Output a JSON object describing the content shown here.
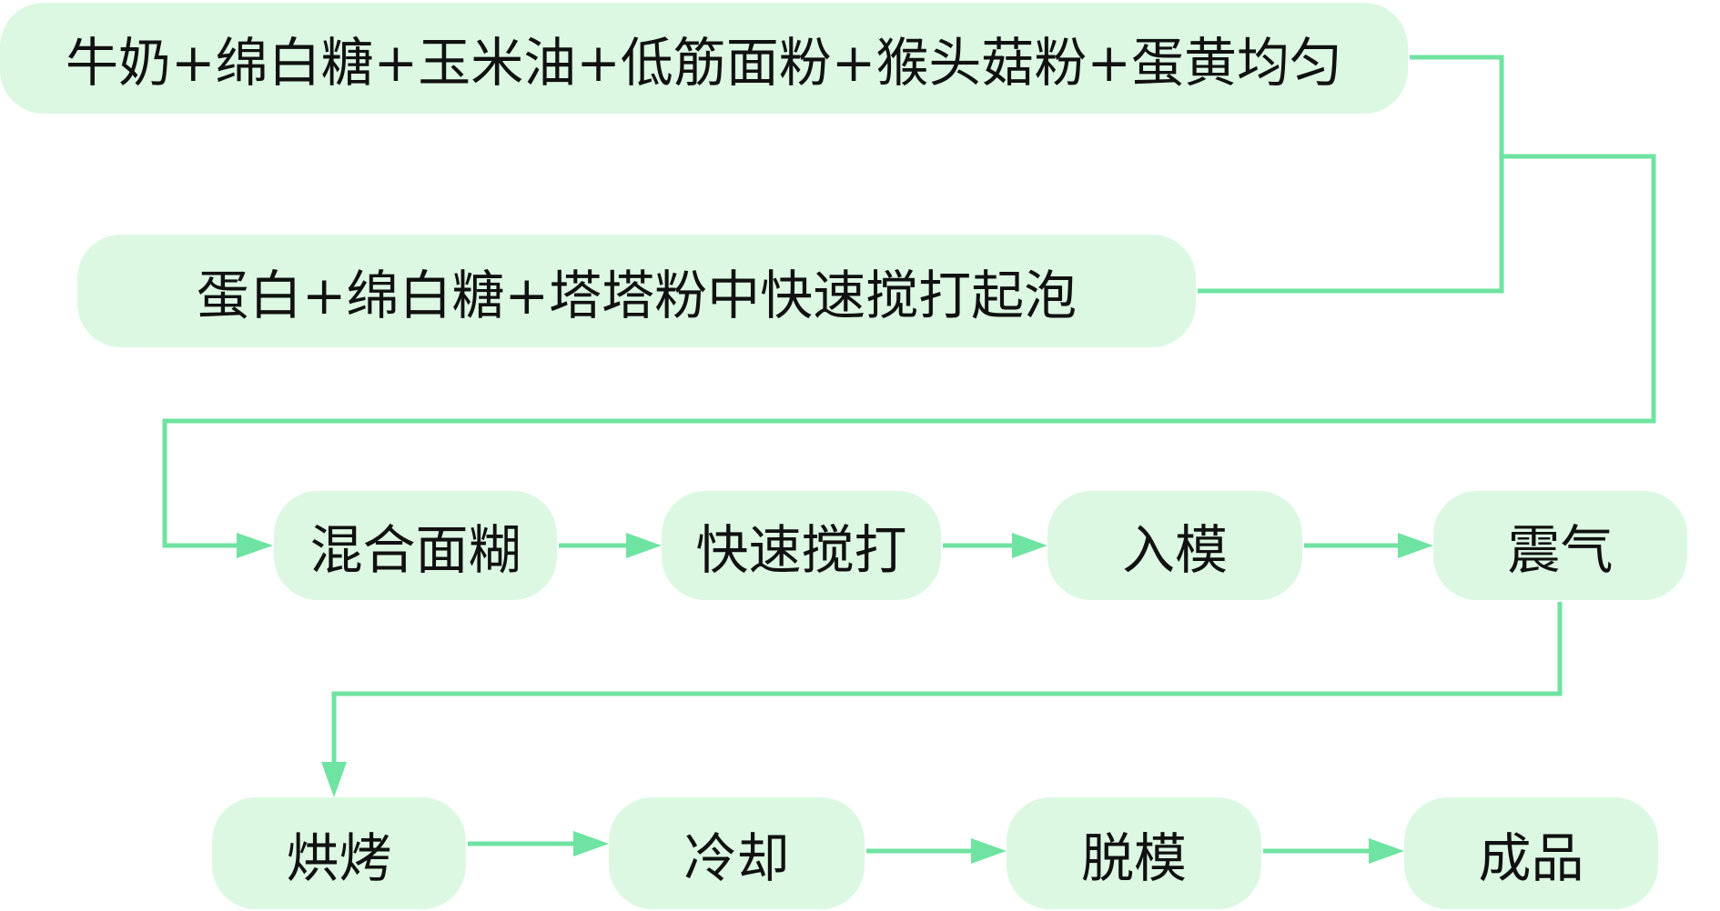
{
  "inputs": [
    {
      "label": "牛奶+绵白糖+玉米油+低筋面粉+猴头菇粉+蛋黄均匀"
    },
    {
      "label": "蛋白+绵白糖+塔塔粉中快速搅打起泡"
    }
  ],
  "row1": [
    {
      "label": "混合面糊"
    },
    {
      "label": "快速搅打"
    },
    {
      "label": "入模"
    },
    {
      "label": "震气"
    }
  ],
  "row2": [
    {
      "label": "烘烤"
    },
    {
      "label": "冷却"
    },
    {
      "label": "脱模"
    },
    {
      "label": "成品"
    }
  ],
  "colors": {
    "line": "#6fe3a1",
    "box": "#dcf8e3"
  }
}
